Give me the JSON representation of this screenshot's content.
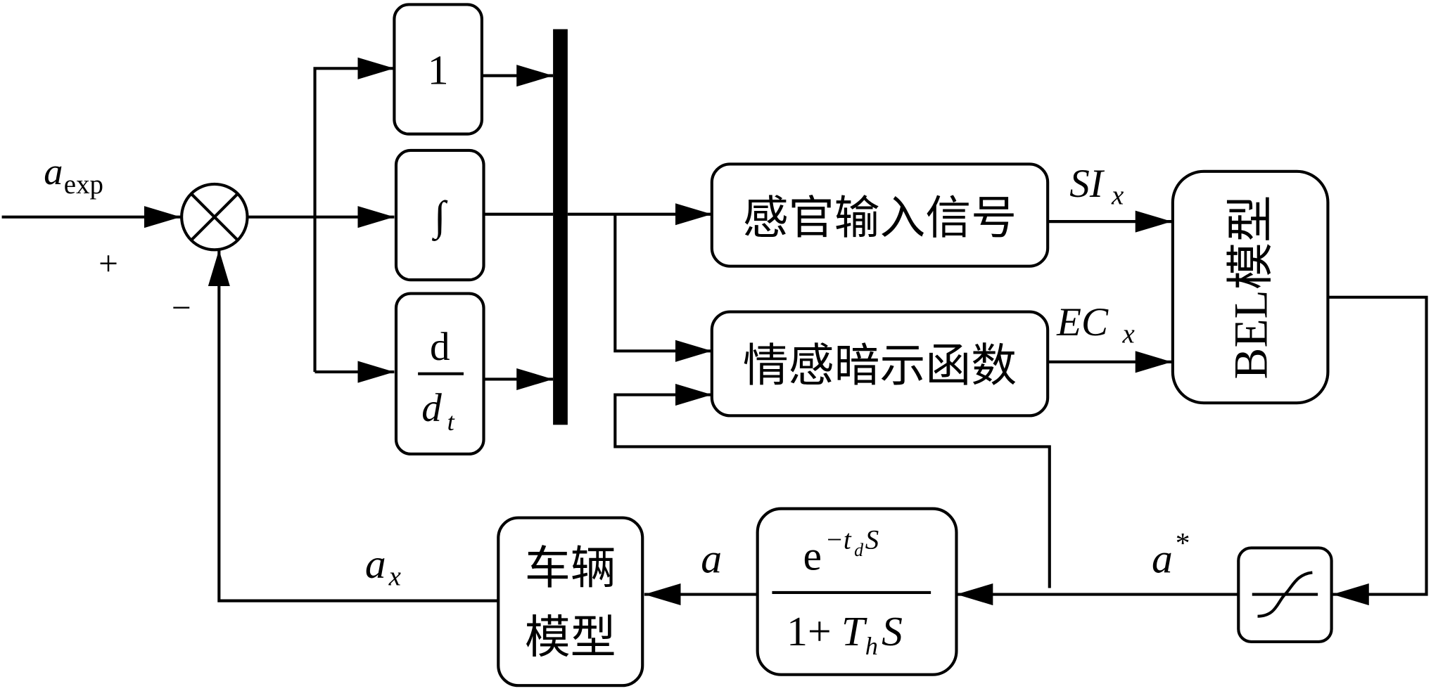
{
  "diagram": {
    "title": "BEL-based vehicle acceleration control block diagram",
    "signals": {
      "input": "a",
      "input_sub": "exp",
      "plus": "+",
      "minus": "−",
      "si": "SI",
      "si_sub": "x",
      "ec": "EC",
      "ec_sub": "x",
      "a_star": "a",
      "a_star_sup": "*",
      "a": "a",
      "ax": "a",
      "ax_sub": "x"
    },
    "blocks": {
      "proportional": "1",
      "integral": "∫",
      "derivative_num": "d",
      "derivative_den": "d",
      "derivative_den_sub": "t",
      "sensory_input": "感官输入信号",
      "emotional_cue": "情感暗示函数",
      "bel_model": "BEL模型",
      "saturation_icon": "saturation-curve",
      "transfer_num_base": "e",
      "transfer_num_exp": "−t",
      "transfer_num_exp_sub": "d",
      "transfer_num_exp_tail": "S",
      "transfer_den_lead": "1+",
      "transfer_den_T": "T",
      "transfer_den_T_sub": "h",
      "transfer_den_tail": "S",
      "vehicle_model_line1": "车辆",
      "vehicle_model_line2": "模型"
    }
  }
}
